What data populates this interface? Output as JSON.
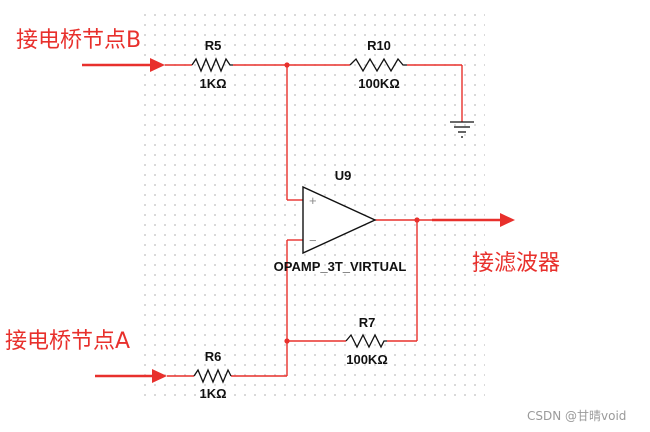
{
  "labels": {
    "bridge_node_b": "接电桥节点B",
    "bridge_node_a": "接电桥节点A",
    "output": "接滤波器"
  },
  "components": {
    "r5": {
      "ref": "R5",
      "value": "1KΩ"
    },
    "r10": {
      "ref": "R10",
      "value": "100KΩ"
    },
    "r6": {
      "ref": "R6",
      "value": "1KΩ"
    },
    "r7": {
      "ref": "R7",
      "value": "100KΩ"
    },
    "u9": {
      "ref": "U9",
      "part": "OPAMP_3T_VIRTUAL",
      "plus": "+",
      "minus": "−"
    }
  },
  "watermark": "CSDN @甘晴void",
  "colors": {
    "wire": "#e8302c",
    "component": "#111111",
    "grid_dot": "#bdbdbd",
    "arrow": "#e8302c"
  }
}
